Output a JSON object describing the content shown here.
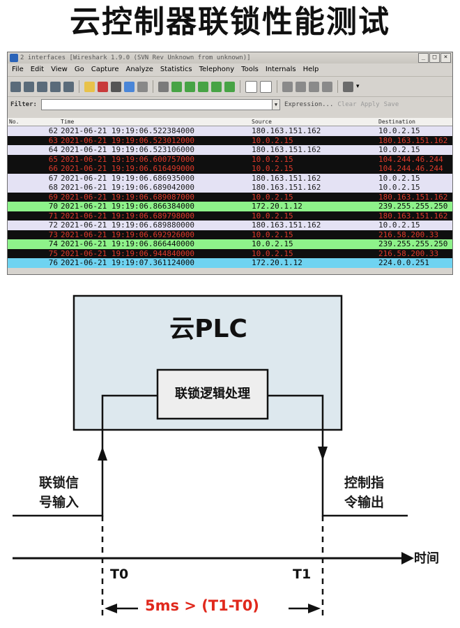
{
  "title": "云控制器联锁性能测试",
  "wireshark": {
    "window_title": "2 interfaces  [Wireshark 1.9.0 (SVN Rev Unknown from unknown)]",
    "menu": [
      "File",
      "Edit",
      "View",
      "Go",
      "Capture",
      "Analyze",
      "Statistics",
      "Telephony",
      "Tools",
      "Internals",
      "Help"
    ],
    "filter_label": "Filter:",
    "filter_buttons": [
      "Expression...",
      "Clear",
      "Apply",
      "Save"
    ],
    "columns": [
      "No.",
      "Time",
      "Source",
      "Destination"
    ],
    "rows": [
      {
        "no": "62",
        "time": "2021-06-21 19:19:06.522384000",
        "src": "180.163.151.162",
        "dst": "10.0.2.15",
        "style": "light"
      },
      {
        "no": "63",
        "time": "2021-06-21 19:19:06.523012000",
        "src": "10.0.2.15",
        "dst": "180.163.151.162",
        "style": "dark"
      },
      {
        "no": "64",
        "time": "2021-06-21 19:19:06.523106000",
        "src": "180.163.151.162",
        "dst": "10.0.2.15",
        "style": "light"
      },
      {
        "no": "65",
        "time": "2021-06-21 19:19:06.600757000",
        "src": "10.0.2.15",
        "dst": "104.244.46.244",
        "style": "dark"
      },
      {
        "no": "66",
        "time": "2021-06-21 19:19:06.616499000",
        "src": "10.0.2.15",
        "dst": "104.244.46.244",
        "style": "dark"
      },
      {
        "no": "67",
        "time": "2021-06-21 19:19:06.686935000",
        "src": "180.163.151.162",
        "dst": "10.0.2.15",
        "style": "light"
      },
      {
        "no": "68",
        "time": "2021-06-21 19:19:06.689042000",
        "src": "180.163.151.162",
        "dst": "10.0.2.15",
        "style": "light"
      },
      {
        "no": "69",
        "time": "2021-06-21 19:19:06.689087000",
        "src": "10.0.2.15",
        "dst": "180.163.151.162",
        "style": "dark"
      },
      {
        "no": "70",
        "time": "2021-06-21 19:19:06.866384000",
        "src": "172.20.1.12",
        "dst": "239.255.255.250",
        "style": "green"
      },
      {
        "no": "71",
        "time": "2021-06-21 19:19:06.689798000",
        "src": "10.0.2.15",
        "dst": "180.163.151.162",
        "style": "dark"
      },
      {
        "no": "72",
        "time": "2021-06-21 19:19:06.689880000",
        "src": "180.163.151.162",
        "dst": "10.0.2.15",
        "style": "light"
      },
      {
        "no": "73",
        "time": "2021-06-21 19:19:06.692926000",
        "src": "10.0.2.15",
        "dst": "216.58.200.33",
        "style": "dark"
      },
      {
        "no": "74",
        "time": "2021-06-21 19:19:06.866440000",
        "src": "10.0.2.15",
        "dst": "239.255.255.250",
        "style": "green"
      },
      {
        "no": "75",
        "time": "2021-06-21 19:19:06.944840000",
        "src": "10.0.2.15",
        "dst": "216.58.200.33",
        "style": "dark"
      },
      {
        "no": "76",
        "time": "2021-06-21 19:19:07.361124000",
        "src": "172.20.1.12",
        "dst": "224.0.0.251",
        "style": "cyan"
      }
    ]
  },
  "diagram": {
    "plc_title": "云PLC",
    "logic_label": "联锁逻辑处理",
    "input_label_line1": "联锁信",
    "input_label_line2": "号输入",
    "output_label_line1": "控制指",
    "output_label_line2": "令输出",
    "t0": "T0",
    "t1": "T1",
    "time_axis_label": "时间",
    "timing_note": "5ms > (T1-T0)",
    "colors": {
      "plc_box_fill": "#dde8ee",
      "logic_box_fill": "#eeeeee",
      "timing_red": "#e0281c"
    }
  }
}
